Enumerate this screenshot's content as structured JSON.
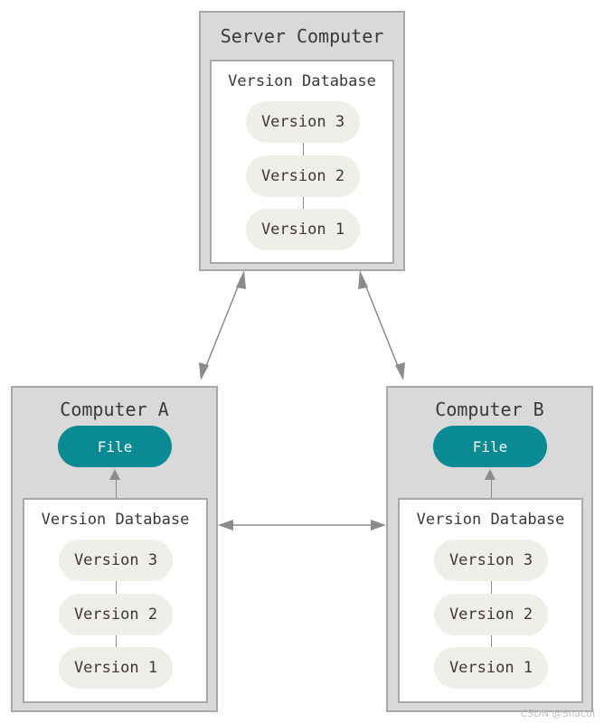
{
  "server": {
    "title": "Server Computer",
    "database": {
      "title": "Version Database",
      "versions": [
        "Version 3",
        "Version 2",
        "Version 1"
      ]
    }
  },
  "computer_a": {
    "title": "Computer A",
    "file": "File",
    "database": {
      "title": "Version Database",
      "versions": [
        "Version 3",
        "Version 2",
        "Version 1"
      ]
    }
  },
  "computer_b": {
    "title": "Computer B",
    "file": "File",
    "database": {
      "title": "Version Database",
      "versions": [
        "Version 3",
        "Version 2",
        "Version 1"
      ]
    }
  },
  "credit": "CSDN @Shacol",
  "colors": {
    "box_fill": "#d9d9d9",
    "box_border": "#a8a8a8",
    "pill": "#efeee8",
    "file": "#0a8b93",
    "arrow": "#8b8b8b"
  }
}
